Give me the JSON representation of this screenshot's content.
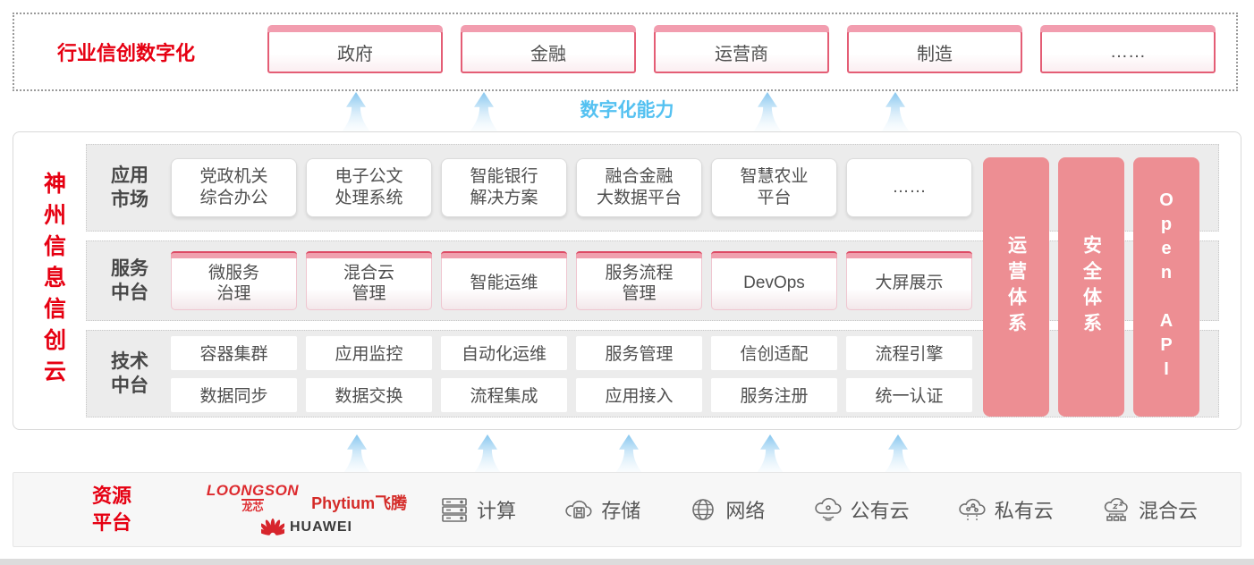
{
  "colors": {
    "accent_red": "#e60012",
    "box_border_red": "#e45d75",
    "pillar_pink": "#ed8e93",
    "capability_blue": "#54c1f1",
    "arrow_blue": "#85c6ef",
    "row_gray": "#ececec"
  },
  "top": {
    "label": "行业信创数字化",
    "items": [
      "政府",
      "金融",
      "运营商",
      "制造",
      "……"
    ]
  },
  "capability_label": "数字化能力",
  "platform": {
    "side_title": "神州信息信创云",
    "rows": [
      {
        "label": "应用\n市场",
        "items": [
          "党政机关\n综合办公",
          "电子公文\n处理系统",
          "智能银行\n解决方案",
          "融合金融\n大数据平台",
          "智慧农业\n平台",
          "……"
        ]
      },
      {
        "label": "服务\n中台",
        "items": [
          "微服务\n治理",
          "混合云\n管理",
          "智能运维",
          "服务流程\n管理",
          "DevOps",
          "大屏展示"
        ]
      },
      {
        "label": "技术\n中台",
        "items_row1": [
          "容器集群",
          "应用监控",
          "自动化运维",
          "服务管理",
          "信创适配",
          "流程引擎"
        ],
        "items_row2": [
          "数据同步",
          "数据交换",
          "流程集成",
          "应用接入",
          "服务注册",
          "统一认证"
        ]
      }
    ],
    "pillars": [
      "运营体系",
      "安全体系",
      "Open API"
    ]
  },
  "resources": {
    "label": "资源\n平台",
    "vendors": [
      {
        "name": "LOONGSON",
        "sub": "龙芯",
        "icon": "loongson-logo"
      },
      {
        "name": "Phytium飞腾",
        "icon": "phytium-logo"
      },
      {
        "name": "HUAWEI",
        "icon": "huawei-flower-icon"
      }
    ],
    "items": [
      {
        "icon": "server-icon",
        "label": "计算"
      },
      {
        "icon": "storage-cloud-icon",
        "label": "存储"
      },
      {
        "icon": "network-globe-icon",
        "label": "网络"
      },
      {
        "icon": "public-cloud-icon",
        "label": "公有云"
      },
      {
        "icon": "private-cloud-icon",
        "label": "私有云"
      },
      {
        "icon": "hybrid-cloud-icon",
        "label": "混合云"
      }
    ]
  }
}
